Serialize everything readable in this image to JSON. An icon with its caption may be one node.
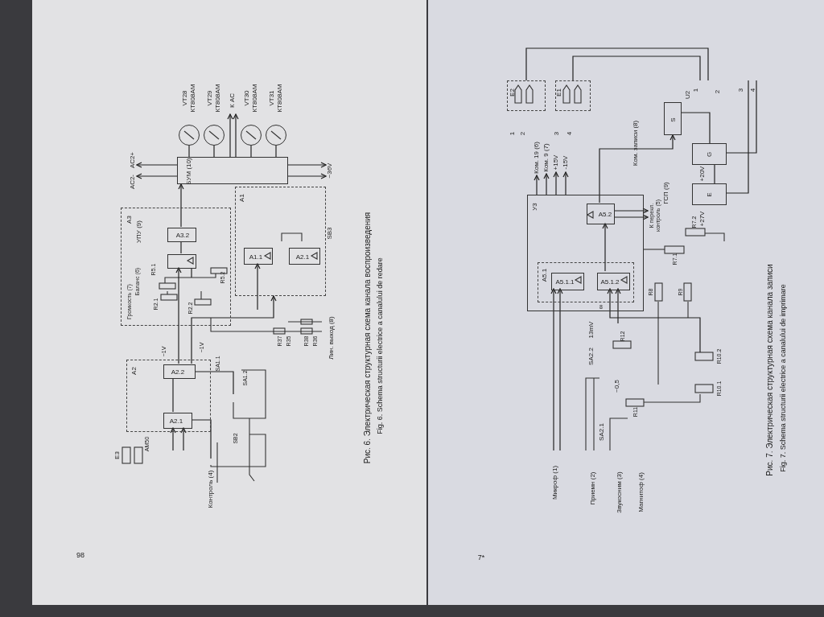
{
  "diagram": {
    "nodes": [
      {
        "text": [
          "БУМ (10)"
        ]
      },
      {
        "text": [],
        "shape": "circle",
        "beside": [
          "VT28",
          "КТ808АМ"
        ]
      },
      {
        "text": [],
        "shape": "circle",
        "beside": [
          "VT29",
          "КТ808АМ"
        ]
      },
      {
        "text": [],
        "shape": "circle",
        "beside": [
          "VT30",
          "КТ808АМ"
        ]
      },
      {
        "text": [],
        "shape": "circle",
        "beside": [
          "VT31",
          "КТ808АМ"
        ]
      },
      {
        "text": [
          "A3",
          "УПУ (9)"
        ]
      },
      {
        "text": [
          "A3.2"
        ],
        "in": 5
      },
      {
        "text": [],
        "shape": "box",
        "in": 5
      },
      {
        "text": [
          "A1"
        ]
      },
      {
        "text": [
          "A1.1"
        ],
        "in": 8
      },
      {
        "text": [
          "A2.1"
        ],
        "in": 8
      },
      {
        "text": [
          "A2"
        ]
      },
      {
        "text": [
          "A2.2"
        ],
        "in": 11
      },
      {
        "text": [
          "A2.1"
        ],
        "in": 11
      },
      {
        "text": [
          "У3"
        ]
      },
      {
        "text": [
          "A5.2"
        ],
        "in": 14
      },
      {
        "text": [
          "A5.1"
        ],
        "in": 14
      },
      {
        "text": [
          "A5.1.1"
        ],
        "in": 16
      },
      {
        "text": [
          "A5.1.2"
        ],
        "in": 16
      },
      {
        "text": [
          "S"
        ]
      },
      {
        "text": [
          "G"
        ]
      },
      {
        "text": [
          "E"
        ]
      },
      {
        "text": [
          "E2"
        ]
      },
      {
        "text": [
          "E1"
        ]
      },
      {
        "text": [
          "АС2+"
        ]
      },
      {
        "text": [
          "АС2-"
        ]
      },
      {
        "text": [
          "~36V"
        ]
      },
      {
        "text": [
          "К АС"
        ]
      },
      {
        "text": [
          "Ком. 19 (6)"
        ]
      },
      {
        "text": [
          "Ком. 9 (7)"
        ]
      },
      {
        "text": [
          "+15V"
        ]
      },
      {
        "text": [
          "-15V"
        ]
      },
      {
        "text": [
          "К перекл. контроль (5)"
        ]
      }
    ],
    "edges": [
      {
        "from": 13,
        "to": 12,
        "arrow": "none"
      },
      {
        "from": 12,
        "to": 7,
        "arrow": "to"
      },
      {
        "from": 7,
        "to": 6,
        "arrow": "none"
      },
      {
        "from": 6,
        "to": 0,
        "arrow": "to"
      },
      {
        "from": 12,
        "to": 8,
        "arrow": "to"
      },
      {
        "from": 18,
        "to": 15,
        "arrow": "to"
      },
      {
        "from": 15,
        "to": 19,
        "arrow": "to"
      },
      {
        "from": 19,
        "to": 20,
        "arrow": "none"
      },
      {
        "from": 20,
        "to": 21,
        "arrow": "none"
      },
      {
        "from": 1,
        "to": 0,
        "arrow": "none"
      },
      {
        "from": 2,
        "to": 0,
        "arrow": "none"
      },
      {
        "from": 3,
        "to": 0,
        "arrow": "none"
      },
      {
        "from": 4,
        "to": 0,
        "arrow": "none"
      },
      {
        "from": 0,
        "to": 27,
        "arrow": "to"
      },
      {
        "from": 0,
        "to": 27,
        "arrow": "to"
      },
      {
        "from": 0,
        "to": 26,
        "arrow": "to"
      },
      {
        "from": 0,
        "to": 26,
        "arrow": "to"
      },
      {
        "from": 0,
        "to": 24,
        "arrow": "to"
      },
      {
        "from": 0,
        "to": 25,
        "arrow": "to"
      },
      {
        "from": 7,
        "to": null,
        "arrow": "none"
      },
      {
        "from": null,
        "to": 9,
        "arrow": "to"
      },
      {
        "from": null,
        "to": 13,
        "arrow": "to"
      },
      {
        "from": null,
        "to": 13,
        "arrow": "to"
      },
      {
        "from": 12,
        "to": null,
        "arrow": "none"
      },
      {
        "from": 13,
        "to": null,
        "arrow": "none"
      },
      {
        "from": 14,
        "to": 28,
        "arrow": "to"
      },
      {
        "from": 14,
        "to": 29,
        "arrow": "to"
      },
      {
        "from": 14,
        "to": 30,
        "arrow": "to"
      },
      {
        "from": 14,
        "to": 31,
        "arrow": "to"
      },
      {
        "from": 20,
        "to": null,
        "arrow": "none"
      },
      {
        "from": 21,
        "to": null,
        "arrow": "none"
      },
      {
        "from": 22,
        "to": null,
        "arrow": "none"
      },
      {
        "from": 23,
        "to": null,
        "arrow": "none"
      },
      {
        "from": 15,
        "to": 32,
        "arrow": "to"
      },
      {
        "from": 15,
        "to": 32,
        "arrow": "to"
      },
      {
        "from": null,
        "to": 18,
        "arrow": "to"
      },
      {
        "from": null,
        "to": 18,
        "arrow": "to"
      },
      {
        "from": null,
        "to": 17,
        "arrow": "to"
      },
      {
        "from": null,
        "to": 17,
        "arrow": "to"
      }
    ],
    "labels": [
      "Баланс (6)",
      "R5.1",
      "Громкость (7)",
      "R2.1",
      "R2.2",
      "R5.2",
      "SB3",
      "~1V",
      "~1V",
      "SA1.1",
      "SA1.2",
      "АМ50",
      "E3",
      "SB2",
      "Контроль (4)",
      "R37",
      "R35",
      "R38",
      "R36",
      "Лин. выход (8)",
      "Рис. 6. Электрическая структурная схема канала воспроизведения",
      "Fig. 6. Schema structurii electrice a canalului de redare",
      "98",
      "1",
      "2",
      "3",
      "4",
      "1",
      "2",
      "3",
      "4",
      "U2",
      "Ком. записи (8)",
      "+20V",
      "ГСП (9)",
      "R7.2",
      "+27V",
      "R7.1",
      "R8",
      "R9",
      "8",
      "13mV",
      "SA2.2",
      "R12",
      "R10.2",
      "~0,5",
      "R10.1",
      "R11",
      "SA2.1",
      "Микроф (1)",
      "Приемн (2)",
      "Звукосним (3)",
      "Магнитоф (4)",
      "Рис. 7. Электрическая структурная схема канала записи",
      "Fig. 7. Schema structurii electrice a canalului de imprimare",
      "7*"
    ]
  }
}
